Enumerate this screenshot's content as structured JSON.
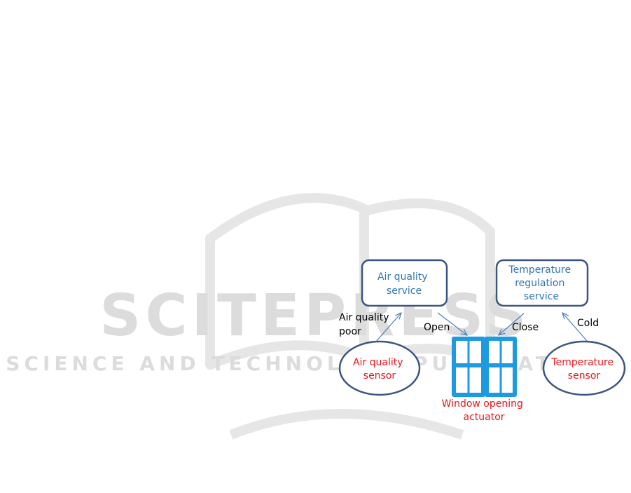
{
  "watermark": {
    "title": "SCITEPRESS",
    "subtitle": "SCIENCE AND TECHNOLOGY PUBLICATIONS",
    "color": "#dcdcdc"
  },
  "diagram": {
    "colors": {
      "service_text": "#2e75b6",
      "sensor_text": "#e8151b",
      "box_stroke": "#3b5480",
      "arrow": "#4a7dbb",
      "window": "#1e9be0"
    },
    "services": {
      "air_quality": [
        "Air quality",
        "service"
      ],
      "temperature": [
        "Temperature",
        "regulation",
        "service"
      ]
    },
    "sensors": {
      "air_quality": [
        "Air quality",
        "sensor"
      ],
      "temperature": [
        "Temperature",
        "sensor"
      ]
    },
    "actuator": [
      "Window opening",
      "actuator"
    ],
    "edge_labels": {
      "air_quality_poor": [
        "Air quality",
        "poor"
      ],
      "open": "Open",
      "close": "Close",
      "cold": "Cold"
    }
  }
}
